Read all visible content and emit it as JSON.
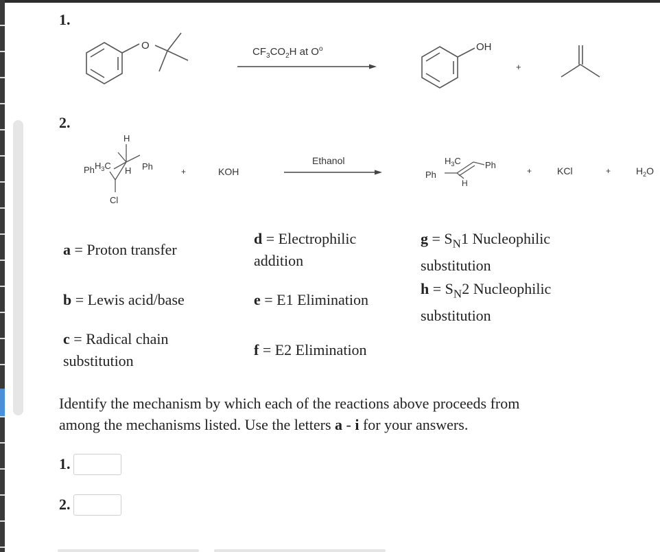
{
  "reaction1": {
    "number": "1.",
    "ether_oxygen": "O",
    "reagent_main": "CF",
    "reagent_sub1": "3",
    "reagent_mid": "CO",
    "reagent_sub2": "2",
    "reagent_tail": "H at O",
    "reagent_degree": "o",
    "product_oh": "OH",
    "plus": "+"
  },
  "reaction2": {
    "number": "2.",
    "h_top": "H",
    "ph_left_a": "Ph",
    "h3c_left_main": "H",
    "h3c_left_sub": "3",
    "h3c_left_c": "C",
    "h_left": "H",
    "ph_right": "Ph",
    "cl": "Cl",
    "plus1": "+",
    "reagent": "KOH",
    "solvent": "Ethanol",
    "prod_h3c_main": "H",
    "prod_h3c_sub": "3",
    "prod_h3c_c": "C",
    "prod_ph_right": "Ph",
    "prod_ph_left": "Ph",
    "prod_h": "H",
    "plus2": "+",
    "kcl": "KCl",
    "plus3": "+",
    "water_main": "H",
    "water_sub": "2",
    "water_o": "O"
  },
  "mechanisms": {
    "a": {
      "letter": "a",
      "text": " = Proton transfer"
    },
    "b": {
      "letter": "b",
      "text": " = Lewis acid/base"
    },
    "c": {
      "letter": "c",
      "line1": " = Radical chain",
      "line2": "substitution"
    },
    "d": {
      "letter": "d",
      "line1": " = Electrophilic",
      "line2": "addition"
    },
    "e": {
      "letter": "e",
      "text": " = E1 Elimination"
    },
    "f": {
      "letter": "f",
      "text": " = E2 Elimination"
    },
    "g": {
      "letter": "g",
      "pre": " = S",
      "sub": "N",
      "post": "1 Nucleophilic",
      "line2": "substitution"
    },
    "h": {
      "letter": "h",
      "pre": " = S",
      "sub": "N",
      "post": "2 Nucleophilic",
      "line2": "substitution"
    }
  },
  "question": {
    "line1": "Identify the mechanism by which each of the reactions above proceeds from",
    "line2_pre": "among the mechanisms listed. Use the letters ",
    "letter_a": "a",
    "dash": " - ",
    "letter_i": "i",
    "line2_post": " for your answers."
  },
  "answers": [
    {
      "label": "1.",
      "value": ""
    },
    {
      "label": "2.",
      "value": ""
    }
  ]
}
